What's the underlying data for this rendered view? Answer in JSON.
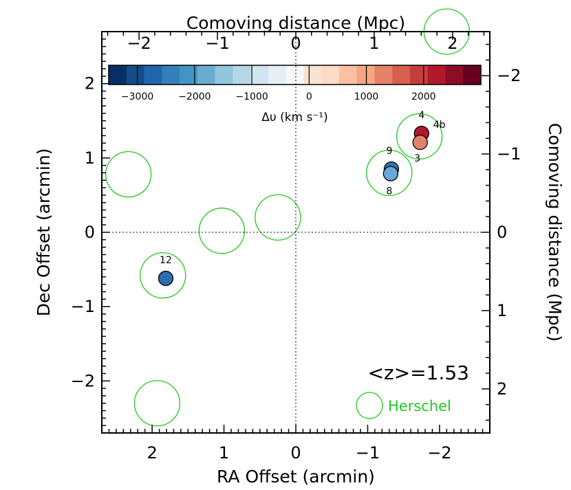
{
  "chart_data": {
    "type": "scatter",
    "x_axis": {
      "label": "RA Offset (arcmin)",
      "range": [
        2.7,
        -2.7
      ],
      "ticks": [
        2,
        1,
        0,
        -1,
        -2
      ],
      "tick_labels": [
        "2",
        "1",
        "0",
        "−1",
        "−2"
      ],
      "reversed": true
    },
    "y_axis": {
      "label": "Dec Offset (arcmin)",
      "range": [
        -2.7,
        2.7
      ],
      "ticks": [
        2,
        1,
        0,
        -1,
        -2
      ],
      "tick_labels": [
        "2",
        "1",
        "0",
        "−1",
        "−2"
      ]
    },
    "top_axis": {
      "label": "Comoving distance (Mpc)",
      "ticks": [
        -2,
        -1,
        0,
        1,
        2
      ],
      "tick_labels": [
        "−2",
        "−1",
        "0",
        "1",
        "2"
      ]
    },
    "right_axis": {
      "label": "Comoving distance (Mpc)",
      "ticks": [
        -2,
        -1,
        0,
        1,
        2
      ],
      "tick_labels": [
        "−2",
        "−1",
        "0",
        "1",
        "2"
      ]
    },
    "colorbar": {
      "label": "Δυ (km s⁻¹)",
      "range": [
        -3500,
        3000
      ],
      "ticks": [
        -3000,
        -2000,
        -1000,
        0,
        1000,
        2000
      ],
      "tick_labels": [
        "−3000",
        "−2000",
        "−1000",
        "0",
        "1000",
        "2000"
      ],
      "colors": [
        "#053061",
        "#134c88",
        "#2166ac",
        "#3480b9",
        "#4393c3",
        "#6aacd0",
        "#92c5de",
        "#b4d6e7",
        "#d1e5f0",
        "#e5eff4",
        "#f7f7f7",
        "#fbe3d4",
        "#fddbc7",
        "#f9c0a2",
        "#f4a582",
        "#e58267",
        "#d6604d",
        "#c53e3d",
        "#b2182b",
        "#8c0d25",
        "#67001f"
      ]
    },
    "sources": [
      {
        "id": "4",
        "ra": -1.75,
        "dec": 1.33,
        "color": "#b2182b"
      },
      {
        "id": "4b",
        "ra": -1.75,
        "dec": 1.33,
        "color": "#b2182b"
      },
      {
        "id": "3",
        "ra": -1.73,
        "dec": 1.21,
        "color": "#e0826a"
      },
      {
        "id": "9",
        "ra": -1.33,
        "dec": 0.85,
        "color": "#2f78b8"
      },
      {
        "id": "8",
        "ra": -1.32,
        "dec": 0.79,
        "color": "#6aa8d8"
      },
      {
        "id": "12",
        "ra": 1.81,
        "dec": -0.62,
        "color": "#2c6db0"
      }
    ],
    "herschel_circles": [
      {
        "ra": 2.33,
        "dec": 0.78
      },
      {
        "ra": 1.03,
        "dec": 0.02
      },
      {
        "ra": 0.25,
        "dec": 0.2
      },
      {
        "ra": 1.85,
        "dec": -0.58
      },
      {
        "ra": 1.93,
        "dec": -2.3
      },
      {
        "ra": -1.3,
        "dec": 0.8
      },
      {
        "ra": -1.72,
        "dec": 1.29
      },
      {
        "ra": -2.1,
        "dec": 2.7
      }
    ],
    "annotation": "<z>=1.53",
    "legend": [
      {
        "name": "Herschel",
        "color": "#1fc81f",
        "marker": "open-circle"
      }
    ],
    "source_border": "#000000",
    "herschel_color": "#1fc81f"
  }
}
